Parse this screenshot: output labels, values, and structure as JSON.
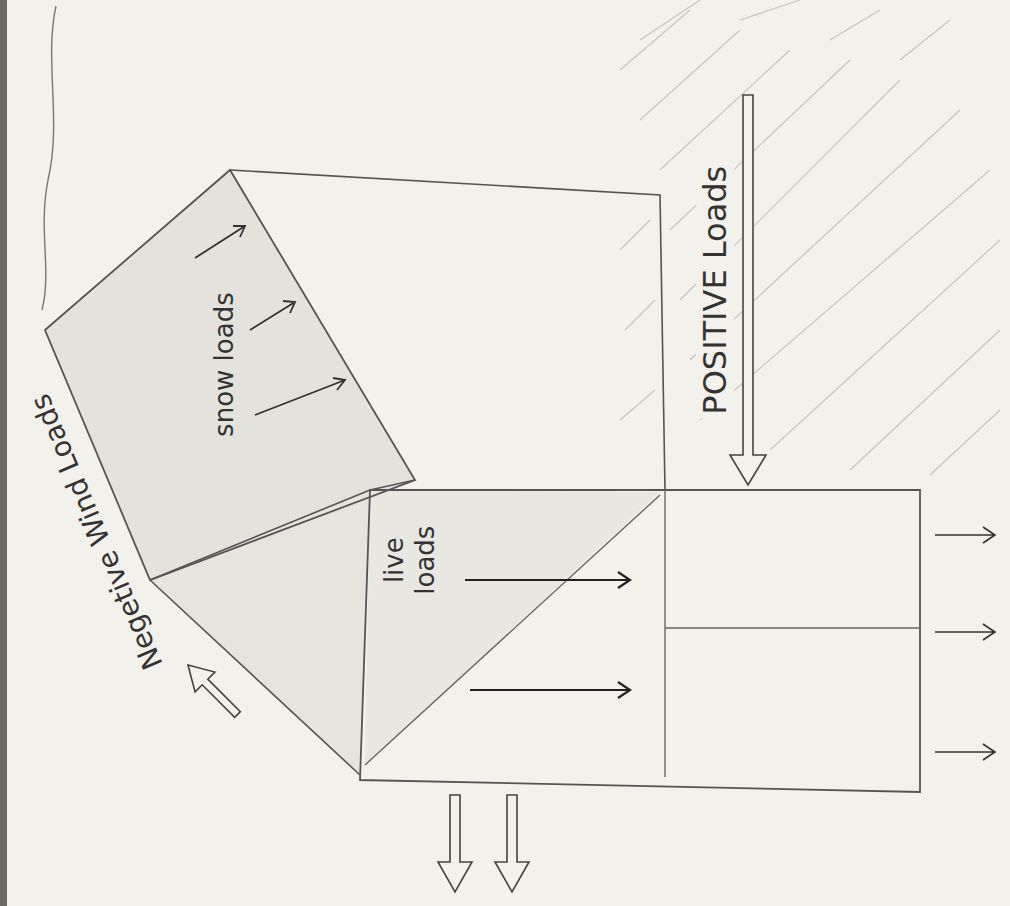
{
  "diagram": {
    "labels": [
      "Negetive Wind Loads",
      "snow loads",
      "live loads",
      "POSITIVE Loads"
    ]
  }
}
